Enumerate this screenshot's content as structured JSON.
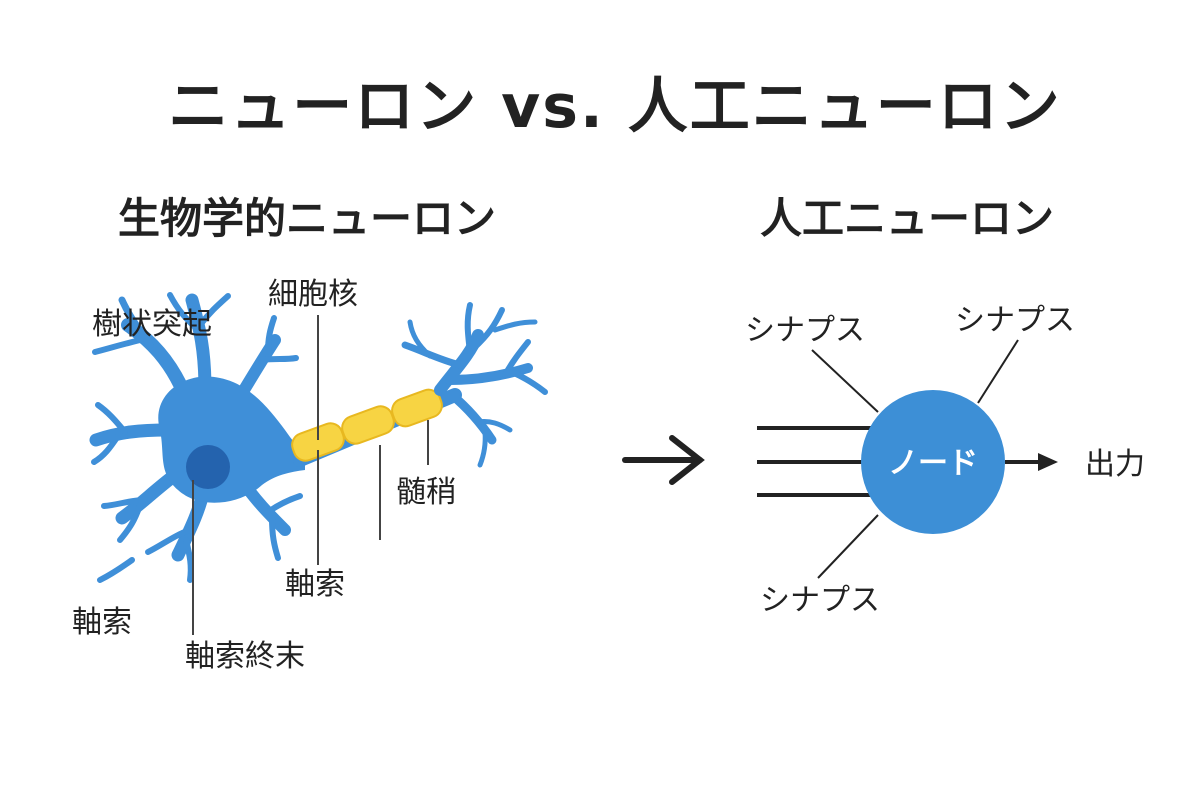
{
  "title": "ニューロン vs. 人工ニューロン",
  "biological": {
    "heading": "生物学的ニューロン",
    "labels": {
      "dendrite": "樹状突起",
      "nucleus": "細胞核",
      "myelin": "髄稍",
      "axon_mid": "軸索",
      "axon_left": "軸索",
      "axon_terminal": "軸索終末"
    }
  },
  "arrow_glyph": "→",
  "artificial": {
    "heading": "人工ニューロン",
    "node": "ノード",
    "output": "出力",
    "synapse_top_left": "シナプス",
    "synapse_top_right": "シナプス",
    "synapse_bottom": "シナプス"
  },
  "colors": {
    "neuron_blue": "#3f8fd8",
    "nucleus_blue": "#2463ae",
    "myelin_yellow": "#f7d443",
    "node_blue": "#3d8fd6",
    "line": "#222222"
  },
  "icons": {
    "transition_arrow": "right-arrow-icon",
    "output_arrow": "arrowhead-icon"
  }
}
